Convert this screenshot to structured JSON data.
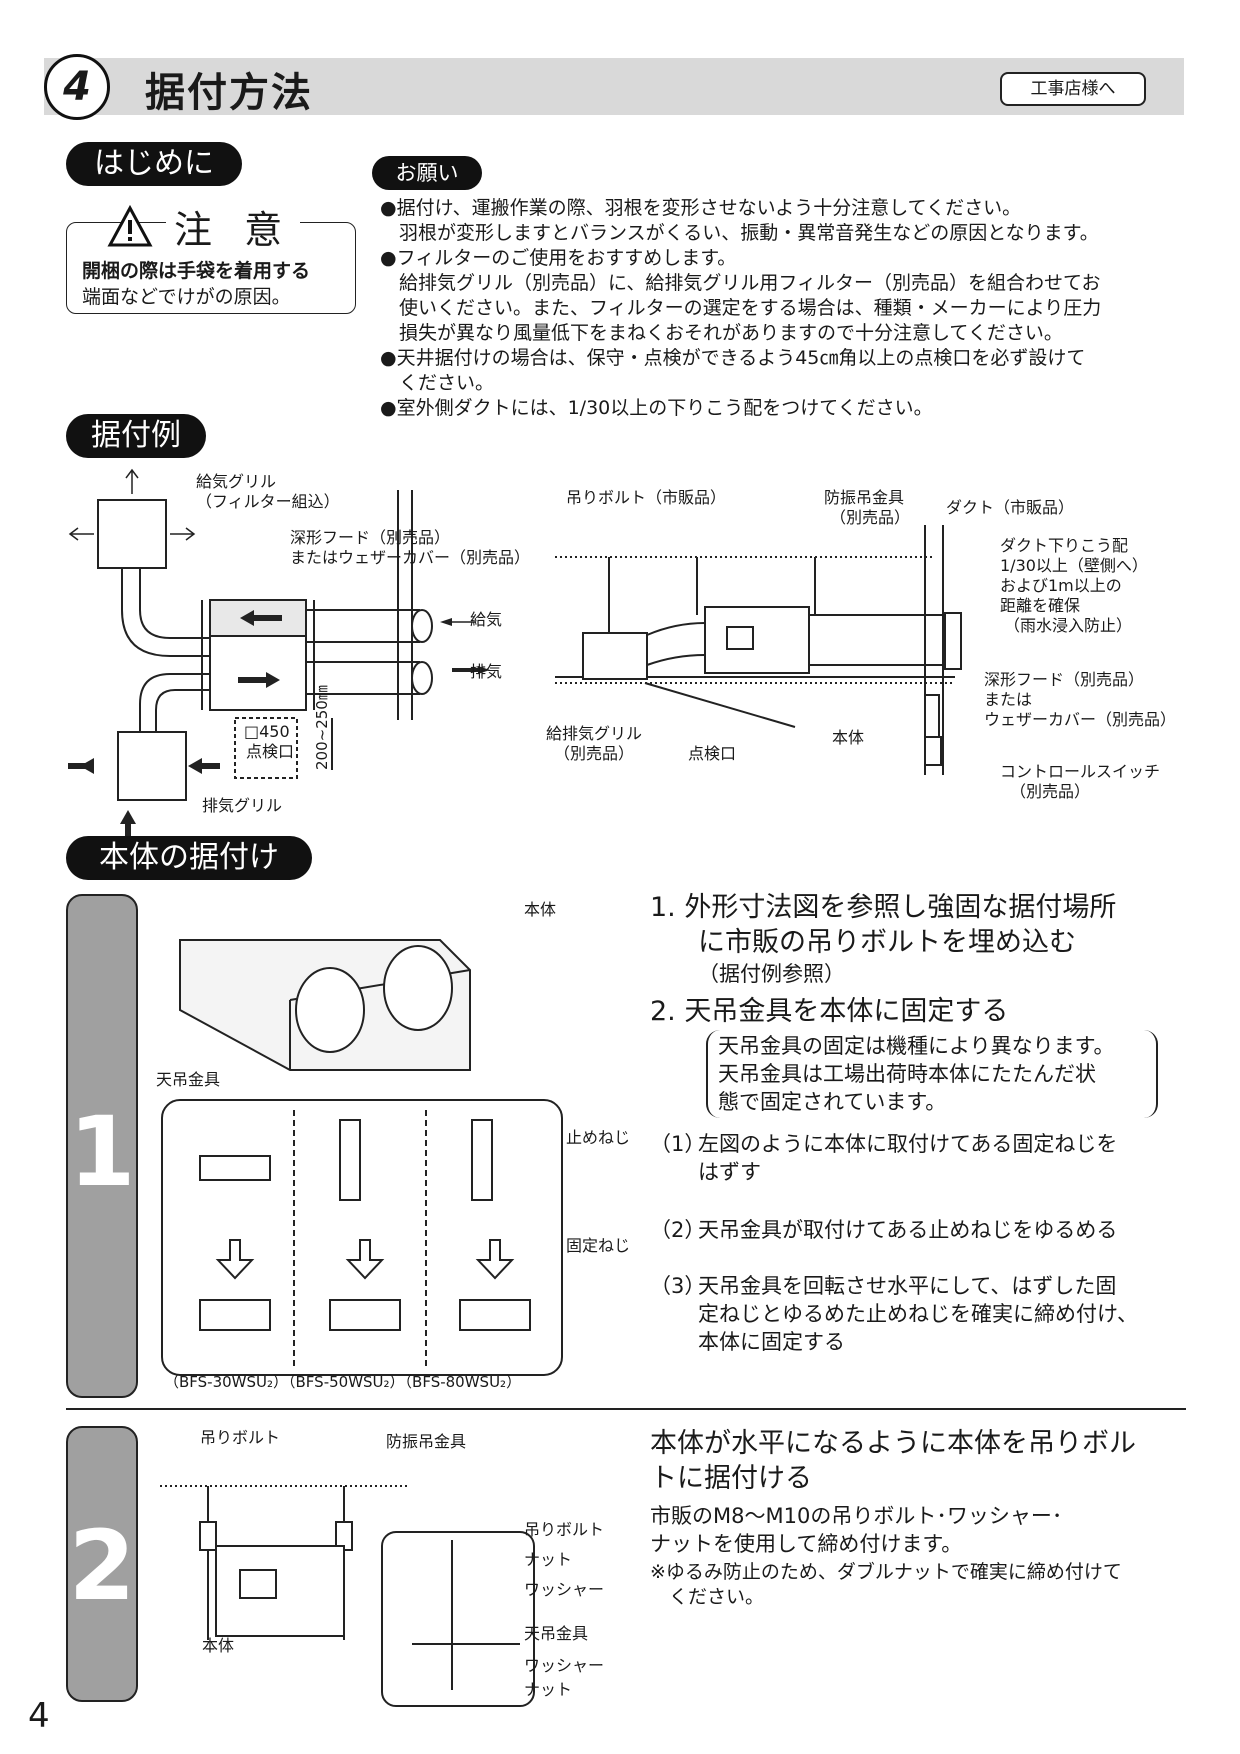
{
  "header": {
    "section_number": "4",
    "title": "据付方法",
    "tag": "工事店様へ"
  },
  "intro": {
    "label": "はじめに",
    "caution": {
      "title": "注 意",
      "line1": "開梱の際は手袋を着用する",
      "line2": "端面などでけがの原因。"
    }
  },
  "request": {
    "label": "お願い",
    "items": [
      "●据付け、運搬作業の際、羽根を変形させないよう十分注意してください。",
      "　羽根が変形しますとバランスがくるい、振動・異常音発生などの原因となります。",
      "●フィルターのご使用をおすすめします。",
      "　給排気グリル（別売品）に、給排気グリル用フィルター（別売品）を組合わせてお",
      "　使いください。また、フィルターの選定をする場合は、種類・メーカーにより圧力",
      "　損失が異なり風量低下をまねくおそれがありますので十分注意してください。",
      "●天井据付けの場合は、保守・点検ができるよう45㎝角以上の点検口を必ず設けて",
      "　ください。",
      "●室外側ダクトには、1/30以上の下りこう配をつけてください。"
    ]
  },
  "example": {
    "label": "据付例",
    "left": {
      "supply_grille": "給気グリル",
      "supply_grille_sub": "（フィルター組込）",
      "hood": "深形フード（別売品）",
      "hood_sub": "またはウェザーカバー（別売品）",
      "supply": "給気",
      "exhaust": "排気",
      "access_size": "□450",
      "access_label": "点検口",
      "dimension": "200~250㎜",
      "exhaust_grille": "排気グリル"
    },
    "right": {
      "bolt": "吊りボルト（市販品）",
      "bracket": "防振吊金具",
      "bracket_sub": "（別売品）",
      "duct": "ダクト（市販品）",
      "slope1": "ダクト下りこう配",
      "slope2": "1/30以上（壁側へ）",
      "slope3": "および1m以上の",
      "slope4": "距離を確保",
      "slope5": "（雨水浸入防止）",
      "hood1": "深形フード（別売品）",
      "hood2": "または",
      "hood3": "ウェザーカバー（別売品）",
      "grille": "給排気グリル",
      "grille_sub": "（別売品）",
      "access": "点検口",
      "body": "本体",
      "switch": "コントロールスイッチ",
      "switch_sub": "（別売品）"
    }
  },
  "mounting": {
    "label": "本体の据付け",
    "step1": {
      "number": "1",
      "body_label": "本体",
      "hanger_label": "天吊金具",
      "stop_screw": "止めねじ",
      "fix_screw": "固定ねじ",
      "models": "（BFS-30WSU₂）（BFS-50WSU₂）（BFS-80WSU₂）",
      "item1_line1": "1.  外形寸法図を参照し強固な据付場所",
      "item1_line2": "に市販の吊りボルトを埋め込む",
      "item1_note": "（据付例参照）",
      "item2": "2.  天吊金具を本体に固定する",
      "bracket_note1": "天吊金具の固定は機種により異なります。",
      "bracket_note2": "天吊金具は工場出荷時本体にたたんだ状",
      "bracket_note3": "態で固定されています。",
      "sub1_num": "（1）",
      "sub1_a": "左図のように本体に取付けてある固定ねじを",
      "sub1_b": "はずす",
      "sub2_num": "（2）",
      "sub2_a": "天吊金具が取付けてある止めねじをゆるめる",
      "sub3_num": "（3）",
      "sub3_a": "天吊金具を回転させ水平にして、はずした固",
      "sub3_b": "定ねじとゆるめた止めねじを確実に締め付け、",
      "sub3_c": "本体に固定する"
    },
    "step2": {
      "number": "2",
      "bolt": "吊りボルト",
      "bracket": "防振吊金具",
      "body": "本体",
      "d_bolt": "吊りボルト",
      "d_nut1": "ナット",
      "d_washer1": "ワッシャー",
      "d_hanger": "天吊金具",
      "d_washer2": "ワッシャー",
      "d_nut2": "ナット",
      "title1": "本体が水平になるように本体を吊りボル",
      "title2": "トに据付ける",
      "desc1": "市販のM8～M10の吊りボルト･ワッシャー･",
      "desc2": "ナットを使用して締め付けます。",
      "note1": "※ゆるみ防止のため、ダブルナットで確実に締め付けて",
      "note2": "　ください。"
    }
  },
  "page_number": "4"
}
